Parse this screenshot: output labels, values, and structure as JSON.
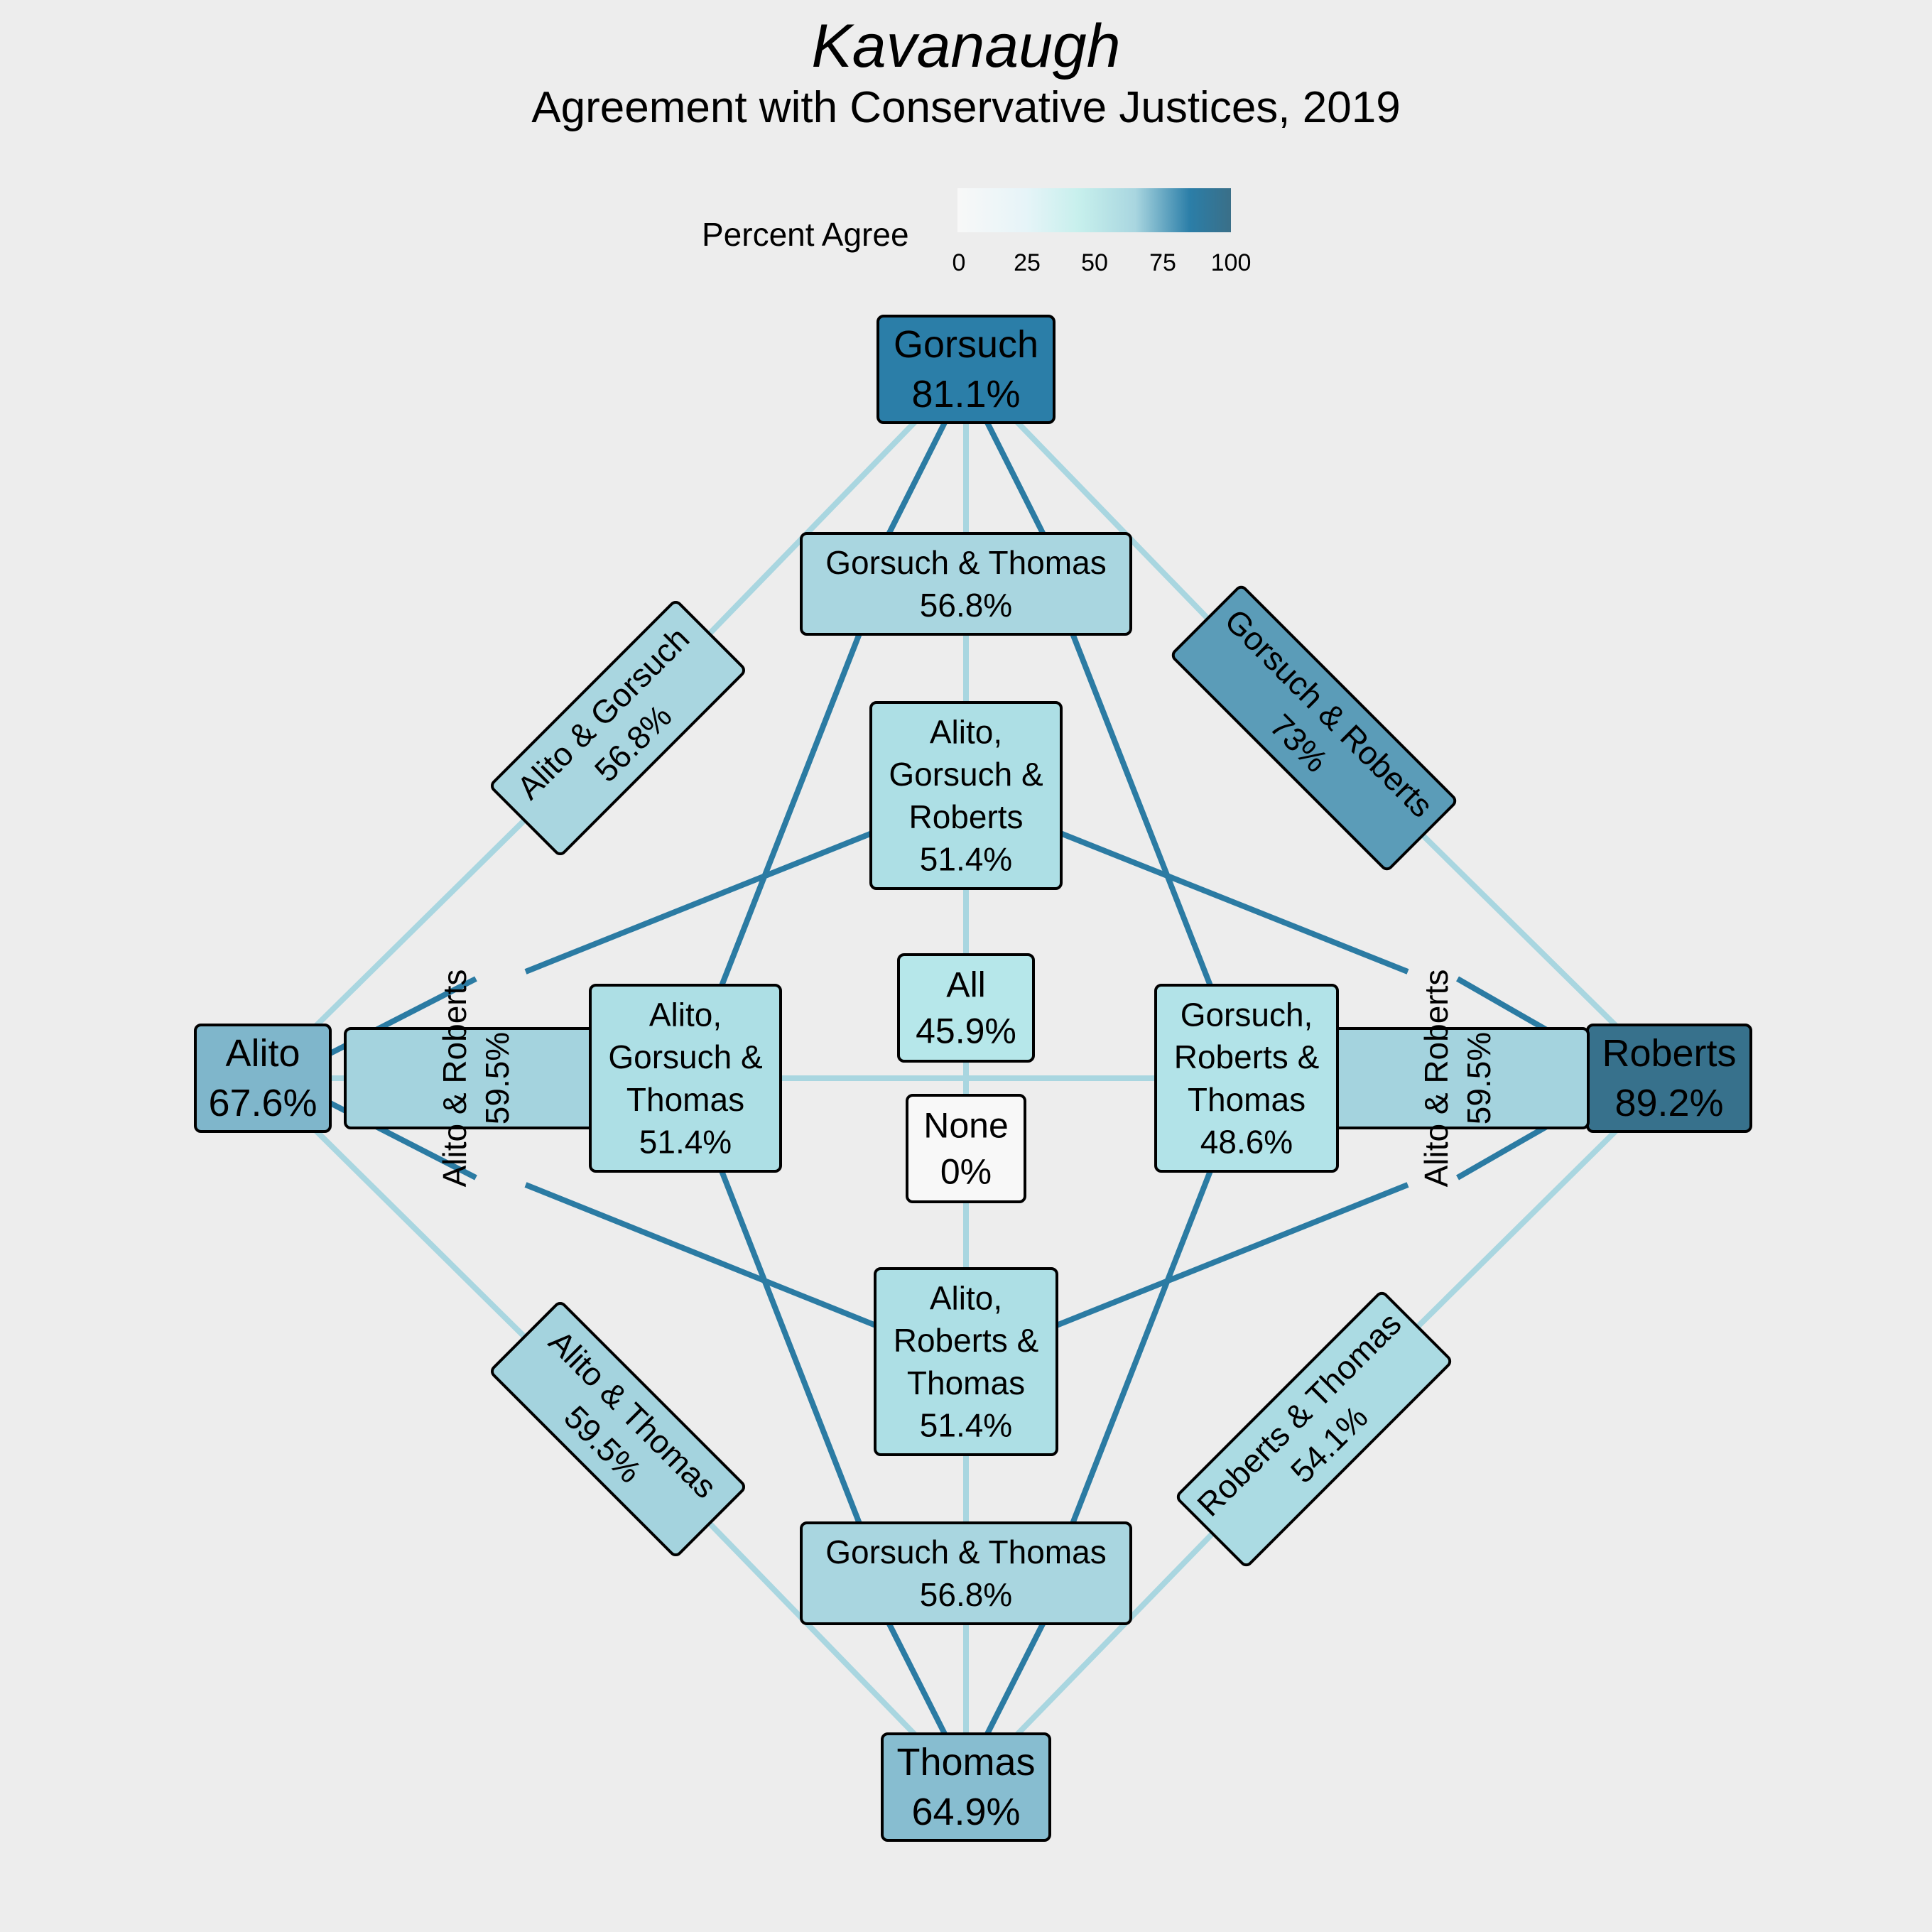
{
  "title": "Kavanaugh",
  "subtitle": "Agreement with Conservative Justices, 2019",
  "legend": {
    "title": "Percent Agree",
    "ticks": [
      "0",
      "25",
      "50",
      "75",
      "100"
    ],
    "gradient_colors": [
      "#f8f8f8",
      "#e6f4f8",
      "#c6efec",
      "#a9d6e0",
      "#2b7ea8",
      "#3a6f88"
    ]
  },
  "colors": {
    "background": "#ededed",
    "edge_dark": "#2b7ba3",
    "edge_light": "#a9d6e0"
  },
  "nodes": [
    {
      "id": "gorsuch",
      "lines": [
        "Gorsuch",
        "81.1%"
      ],
      "value": 81.1,
      "fill": "#2b7ea8"
    },
    {
      "id": "alito",
      "lines": [
        "Alito",
        "67.6%"
      ],
      "value": 67.6,
      "fill": "#7fb6cb"
    },
    {
      "id": "roberts",
      "lines": [
        "Roberts",
        "89.2%"
      ],
      "value": 89.2,
      "fill": "#37718c"
    },
    {
      "id": "thomas",
      "lines": [
        "Thomas",
        "64.9%"
      ],
      "value": 64.9,
      "fill": "#87bdd0"
    },
    {
      "id": "gorsuch-thomas-top",
      "lines": [
        "Gorsuch & Thomas",
        "56.8%"
      ],
      "value": 56.8,
      "fill": "#a9d6e0"
    },
    {
      "id": "gorsuch-thomas-bottom",
      "lines": [
        "Gorsuch & Thomas",
        "56.8%"
      ],
      "value": 56.8,
      "fill": "#a9d6e0"
    },
    {
      "id": "alito-gorsuch",
      "lines": [
        "Alito & Gorsuch",
        "56.8%"
      ],
      "value": 56.8,
      "fill": "#a9d6e0"
    },
    {
      "id": "gorsuch-roberts",
      "lines": [
        "Gorsuch & Roberts",
        "73%"
      ],
      "value": 73,
      "fill": "#5b9cb8"
    },
    {
      "id": "alito-thomas",
      "lines": [
        "Alito & Thomas",
        "59.5%"
      ],
      "value": 59.5,
      "fill": "#a4d3de"
    },
    {
      "id": "roberts-thomas",
      "lines": [
        "Roberts & Thomas",
        "54.1%"
      ],
      "value": 54.1,
      "fill": "#abdbe3"
    },
    {
      "id": "alito-roberts-left",
      "lines": [
        "Alito & Roberts",
        "59.5%"
      ],
      "value": 59.5,
      "fill": "#a4d3de"
    },
    {
      "id": "alito-roberts-right",
      "lines": [
        "Alito & Roberts",
        "59.5%"
      ],
      "value": 59.5,
      "fill": "#a4d3de"
    },
    {
      "id": "alito-gorsuch-roberts",
      "lines": [
        "Alito,",
        "Gorsuch &",
        "Roberts",
        "51.4%"
      ],
      "value": 51.4,
      "fill": "#addfe5"
    },
    {
      "id": "alito-gorsuch-thomas",
      "lines": [
        "Alito,",
        "Gorsuch &",
        "Thomas",
        "51.4%"
      ],
      "value": 51.4,
      "fill": "#addfe5"
    },
    {
      "id": "gorsuch-roberts-thomas",
      "lines": [
        "Gorsuch,",
        "Roberts &",
        "Thomas",
        "48.6%"
      ],
      "value": 48.6,
      "fill": "#b2e3e8"
    },
    {
      "id": "alito-roberts-thomas",
      "lines": [
        "Alito,",
        "Roberts &",
        "Thomas",
        "51.4%"
      ],
      "value": 51.4,
      "fill": "#addfe5"
    },
    {
      "id": "all",
      "lines": [
        "All",
        "45.9%"
      ],
      "value": 45.9,
      "fill": "#b6e7ea"
    },
    {
      "id": "none",
      "lines": [
        "None",
        "0%"
      ],
      "value": 0,
      "fill": "#f8f8f8"
    }
  ]
}
